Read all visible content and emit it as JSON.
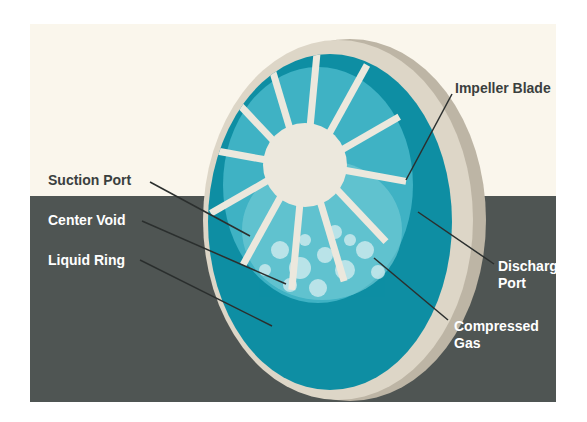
{
  "diagram": {
    "labels": [
      "Impeller Blade",
      "Suction Port",
      "Center Void",
      "Discharge Port",
      "Liquid Ring",
      "Compressed Gas"
    ]
  }
}
